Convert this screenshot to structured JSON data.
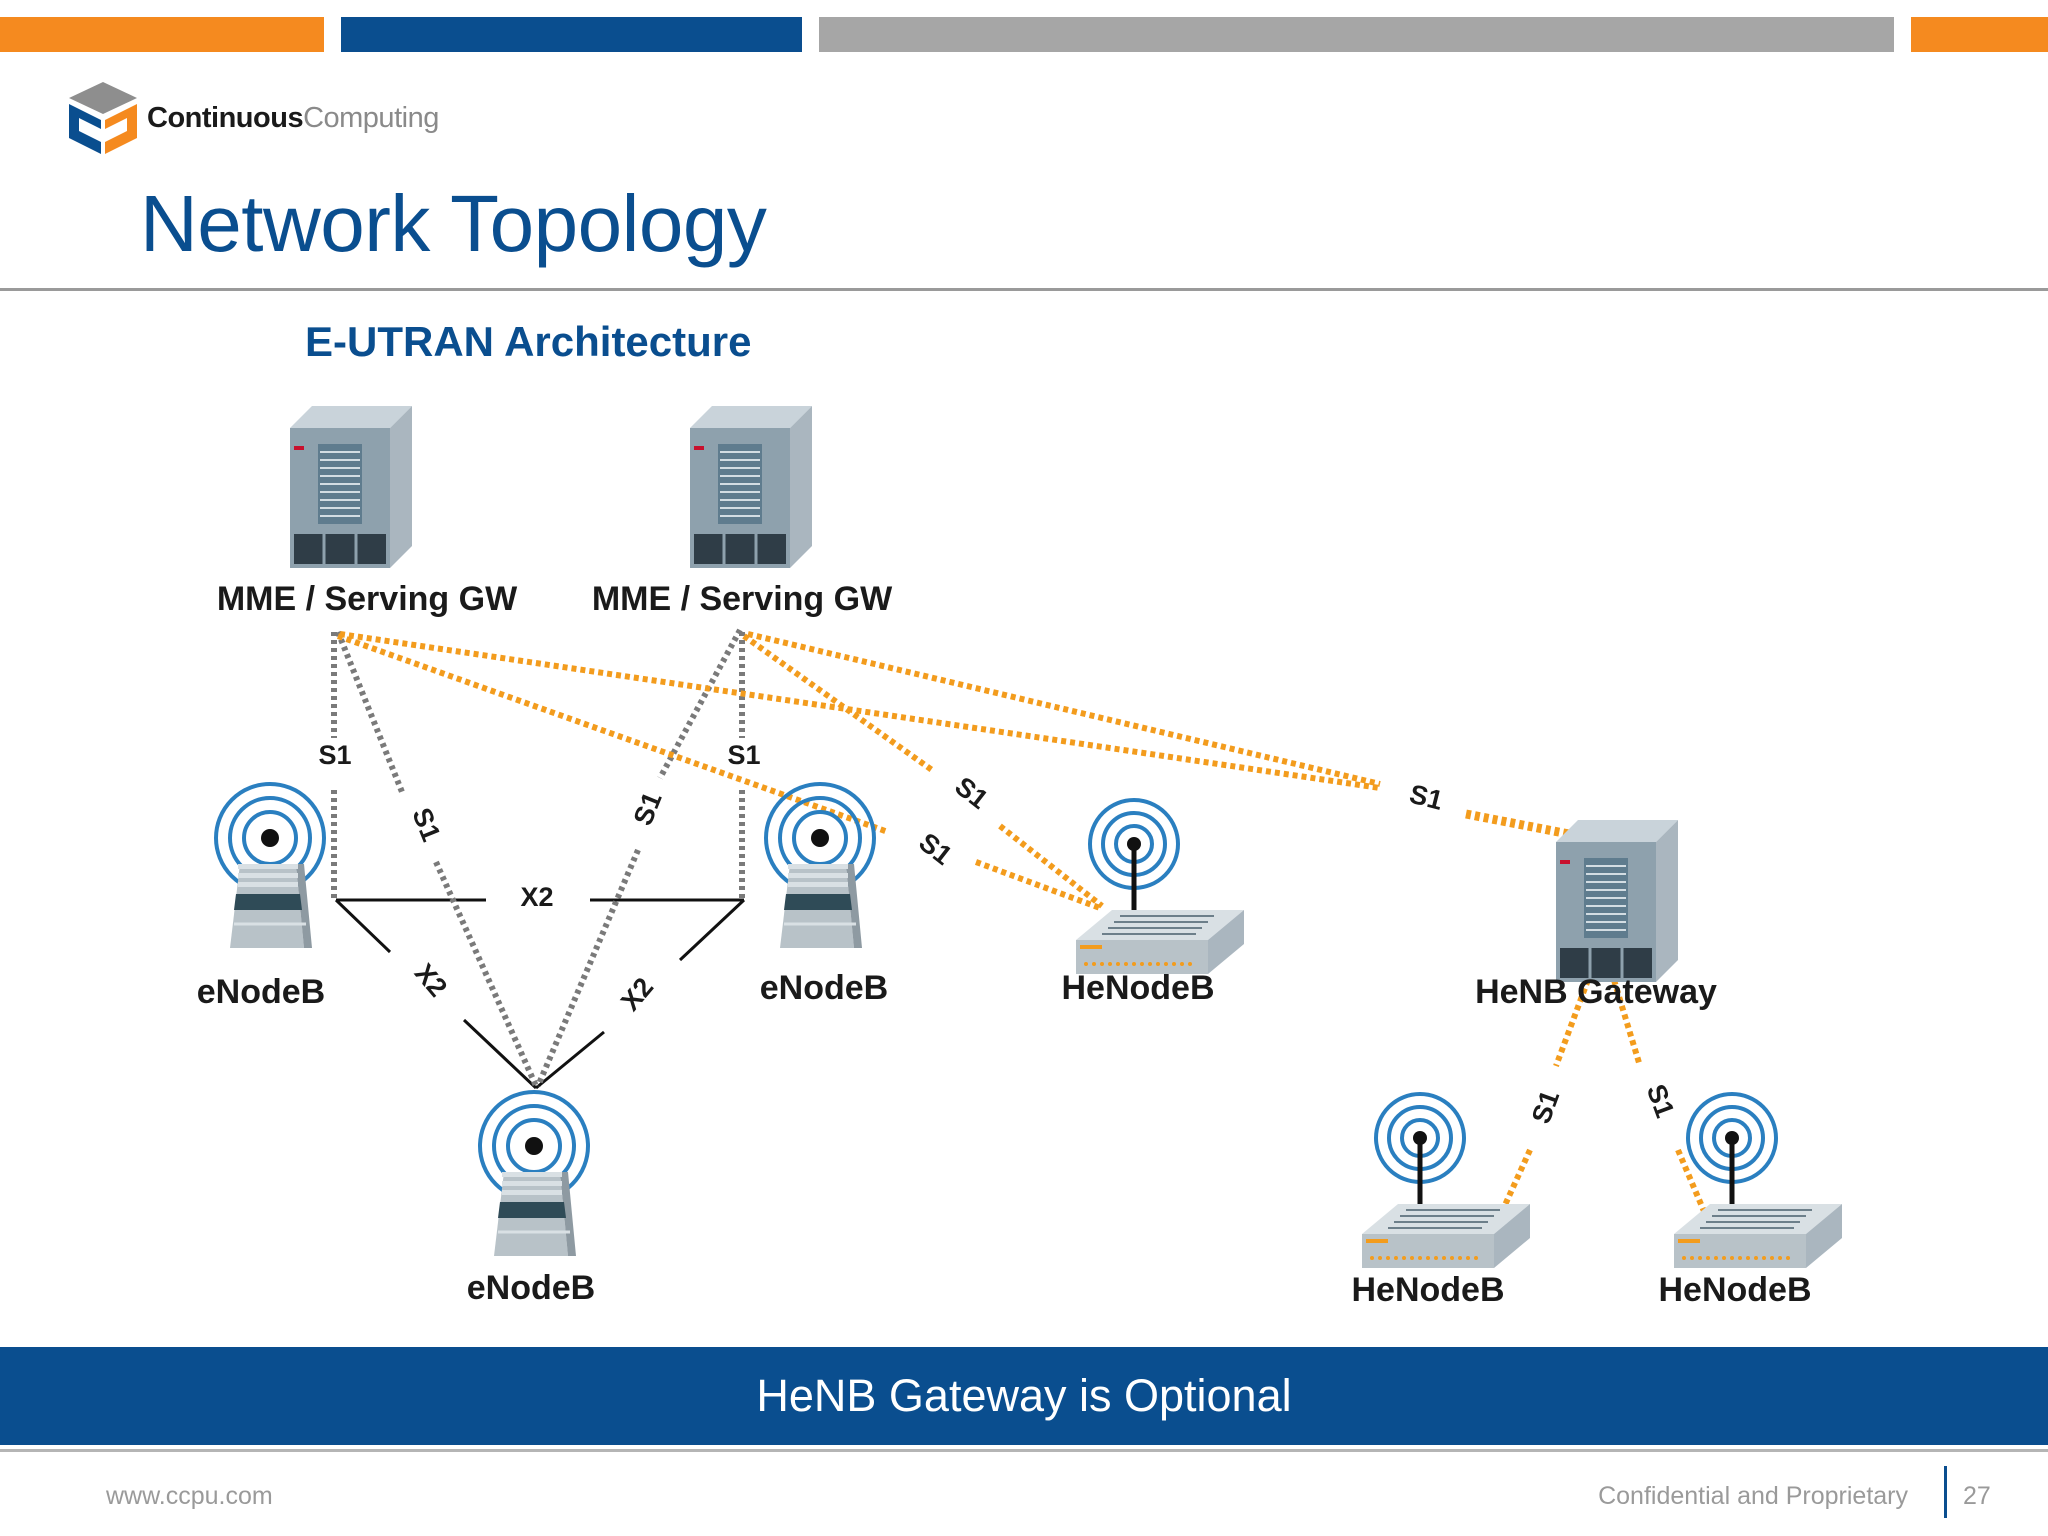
{
  "header": {
    "logo_bold": "Continuous",
    "logo_light": "Computing",
    "title": "Network Topology",
    "subtitle": "E-UTRAN Architecture",
    "bar_colors": [
      "#f58a1f",
      "#0a4e8f",
      "#a6a6a6",
      "#f58a1f"
    ]
  },
  "diagram": {
    "nodes": {
      "mme_1": "MME / Serving GW",
      "mme_2": "MME / Serving GW",
      "enodeb_left": "eNodeB",
      "enodeb_center": "eNodeB",
      "enodeb_bottom": "eNodeB",
      "henodeb_center": "HeNodeB",
      "henb_gateway": "HeNB Gateway",
      "henodeb_bottom_left": "HeNodeB",
      "henodeb_bottom_right": "HeNodeB"
    },
    "interfaces": {
      "s1_mme1_vertical": "S1",
      "s1_mme1_diagonal": "S1",
      "s1_mme2_diagonal": "S1",
      "s1_mme2_vertical": "S1",
      "s1_to_henodeb_upper": "S1",
      "s1_to_henodeb_lower": "S1",
      "s1_to_gateway": "S1",
      "s1_gateway_left": "S1",
      "s1_gateway_right": "S1",
      "x2_top": "X2",
      "x2_left": "X2",
      "x2_right": "X2"
    },
    "colors": {
      "s1_eutran": "#7a7a7a",
      "s1_henb": "#f39c1d",
      "x2": "#111111",
      "antenna": "#2a7fc0"
    }
  },
  "banner": {
    "text": "HeNB Gateway is Optional"
  },
  "footer": {
    "website": "www.ccpu.com",
    "confidential": "Confidential and Proprietary",
    "page_number": "27"
  }
}
